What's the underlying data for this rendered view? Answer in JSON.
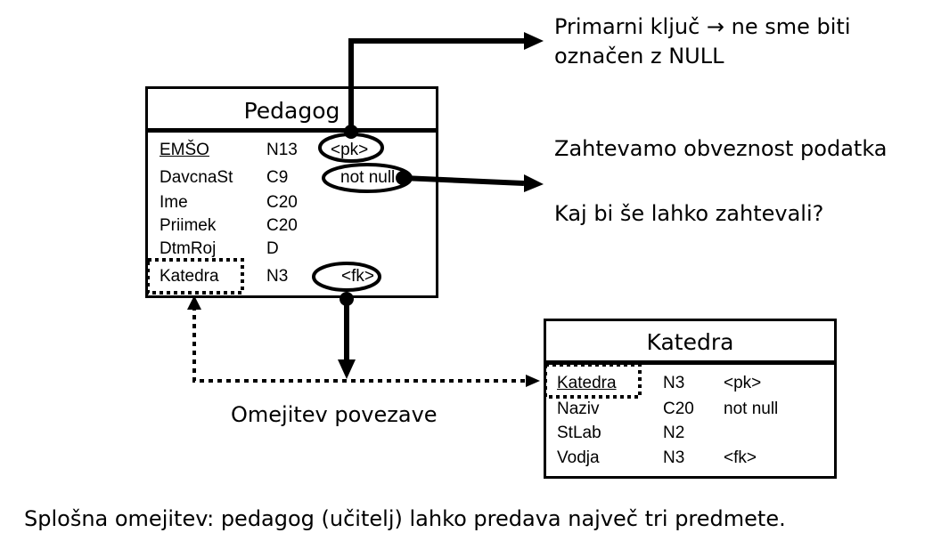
{
  "annotations": {
    "pk_note_line1": "Primarni ključ → ne sme biti",
    "pk_note_line2": "označen z NULL",
    "required_note": "Zahtevamo obveznost podatka",
    "question_note": "Kaj bi še lahko zahtevali?",
    "relationship_note": "Omejitev povezave",
    "general_constraint": "Splošna omejitev: pedagog (učitelj) lahko predava največ tri predmete."
  },
  "pedagog": {
    "title": "Pedagog",
    "rows": [
      {
        "name": "EMŠO",
        "type": "N13",
        "constraint": "<pk>"
      },
      {
        "name": "DavcnaSt",
        "type": "C9",
        "constraint": "not null"
      },
      {
        "name": "Ime",
        "type": "C20",
        "constraint": ""
      },
      {
        "name": "Priimek",
        "type": "C20",
        "constraint": ""
      },
      {
        "name": "DtmRoj",
        "type": "D",
        "constraint": ""
      },
      {
        "name": "Katedra",
        "type": "N3",
        "constraint": "<fk>"
      }
    ]
  },
  "katedra": {
    "title": "Katedra",
    "rows": [
      {
        "name": "Katedra",
        "type": "N3",
        "constraint": "<pk>"
      },
      {
        "name": "Naziv",
        "type": "C20",
        "constraint": "not null"
      },
      {
        "name": "StLab",
        "type": "N2",
        "constraint": ""
      },
      {
        "name": "Vodja",
        "type": "N3",
        "constraint": "<fk>"
      }
    ]
  }
}
